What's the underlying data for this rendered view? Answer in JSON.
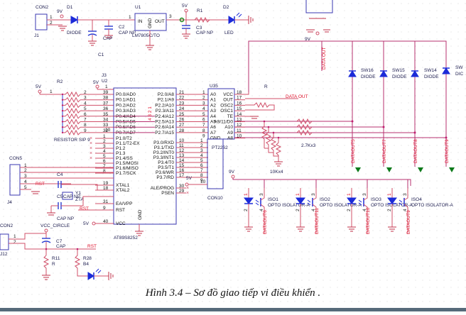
{
  "caption": "Hình 3.4 – Sơ đồ giao tiếp vi điều khiển .",
  "power": {
    "j1_name": "CON2",
    "j1_ref": "J1",
    "supply_9v": "9V",
    "supply_5v": "5V",
    "d1_ref": "D1",
    "d1_value": "DIODE",
    "c1_ref": "C1",
    "c1_value": "CAP",
    "c2_ref": "C2",
    "c2_value": "CAP NP",
    "u1_ref": "U1",
    "u1_value": "LM7805C/TO",
    "u1_in": "IN",
    "u1_out": "OUT",
    "u1_gnd": "GND",
    "u1_pin1": "1",
    "u1_pin3": "3",
    "c3_ref": "C3",
    "c3_value": "CAP NP",
    "r1_ref": "R1",
    "d2_ref": "D2",
    "d2_value": "LED"
  },
  "r2": {
    "ref": "R2",
    "value": "RESISTOR SIP 9",
    "common_pin": "1",
    "pins": [
      "2",
      "3",
      "4",
      "5",
      "6",
      "7",
      "8",
      "9"
    ]
  },
  "mcu": {
    "ref_top": "J3",
    "ref": "U2",
    "value": "AT89S8252",
    "gnd_label": "GND",
    "left_pins": [
      {
        "num": "39",
        "name": "P0.0/AD0"
      },
      {
        "num": "38",
        "name": "P0.1/AD1"
      },
      {
        "num": "37",
        "name": "P0.2/AD2"
      },
      {
        "num": "36",
        "name": "P0.3/AD3"
      },
      {
        "num": "35",
        "name": "P0.4/AD4"
      },
      {
        "num": "34",
        "name": "P0.5/AD5"
      },
      {
        "num": "33",
        "name": "P0.6/AD6"
      },
      {
        "num": "32",
        "name": "P0.7/AD7"
      },
      {
        "num": "1",
        "name": "P1.0/T2"
      },
      {
        "num": "2",
        "name": "P1.1/T2-EX"
      },
      {
        "num": "3",
        "name": "P1.2"
      },
      {
        "num": "4",
        "name": "P1.3"
      },
      {
        "num": "5",
        "name": "P1.4/SS"
      },
      {
        "num": "6",
        "name": "P1.5/MOSI"
      },
      {
        "num": "7",
        "name": "P1.6/MISO"
      },
      {
        "num": "8",
        "name": "P1.7/SCK"
      },
      {
        "num": "19",
        "name": "XTAL1"
      },
      {
        "num": "18",
        "name": "XTAL2"
      },
      {
        "num": "31",
        "name": "EA/VPP"
      },
      {
        "num": "9",
        "name": "RST"
      },
      {
        "num": "40",
        "name": "VCC"
      }
    ],
    "right_pins": [
      {
        "num": "21",
        "name": "P2.0/A8"
      },
      {
        "num": "22",
        "name": "P2.1/A9"
      },
      {
        "num": "23",
        "name": "P2.2/A10"
      },
      {
        "num": "24",
        "name": "P2.3/A11"
      },
      {
        "num": "25",
        "name": "P2.4/A12"
      },
      {
        "num": "26",
        "name": "P2.5/A13"
      },
      {
        "num": "27",
        "name": "P2.6/A14"
      },
      {
        "num": "28",
        "name": "P2.7/A15"
      },
      {
        "num": "10",
        "name": "P3.0/RXD"
      },
      {
        "num": "11",
        "name": "P3.1/TXD"
      },
      {
        "num": "12",
        "name": "P3.2/INT0"
      },
      {
        "num": "13",
        "name": "P3.3/INT1"
      },
      {
        "num": "14",
        "name": "P3.4/T0"
      },
      {
        "num": "15",
        "name": "P3.5/T1"
      },
      {
        "num": "16",
        "name": "P3.6/WR"
      },
      {
        "num": "17",
        "name": "P3.7/RD"
      },
      {
        "num": "30",
        "name": "ALE/PROG"
      },
      {
        "num": "29",
        "name": "PSEN"
      }
    ],
    "bus_label": "4 3 2 1",
    "pin1_num": "1",
    "pin10_num": "10",
    "vcc_supply": "5V"
  },
  "pt2262": {
    "ref": "U35",
    "value": "PT2262",
    "left_pins": [
      {
        "num": "1",
        "name": "A0"
      },
      {
        "num": "2",
        "name": "A1"
      },
      {
        "num": "3",
        "name": "A2"
      },
      {
        "num": "4",
        "name": "A3"
      },
      {
        "num": "5",
        "name": "A4"
      },
      {
        "num": "6",
        "name": "A5"
      },
      {
        "num": "7",
        "name": "A6"
      },
      {
        "num": "8",
        "name": "A7"
      },
      {
        "num": "9",
        "name": "GND"
      }
    ],
    "right_pins": [
      {
        "num": "18",
        "name": "VCC"
      },
      {
        "num": "17",
        "name": "OUT"
      },
      {
        "num": "16",
        "name": "OSC2"
      },
      {
        "num": "15",
        "name": "OSC1"
      },
      {
        "num": "14",
        "name": "TE"
      },
      {
        "num": "13",
        "name": "A9/11/D0"
      },
      {
        "num": "12",
        "name": "A10"
      },
      {
        "num": "11",
        "name": "A9"
      },
      {
        "num": "10",
        "name": "A8"
      }
    ],
    "r_label": "R",
    "data_out": "DATA OUT",
    "pulldown_value": "10Kx4",
    "series_value": "2.7Kx3"
  },
  "con10": {
    "ref": "CON10",
    "pins": [
      "1",
      "2",
      "3",
      "4",
      "5",
      "6",
      "7",
      "8",
      "9",
      "10"
    ],
    "pin_supply": "5V"
  },
  "con5": {
    "name": "CON5",
    "ref": "J4",
    "pins": [
      "1",
      "2",
      "3",
      "4",
      "5"
    ],
    "rst_net": "RST"
  },
  "crystal": {
    "c4_ref": "C4",
    "c5_ref": "C5",
    "cap_value": "CAP NP",
    "y1_ref": "Y1",
    "y1_value": "ZTA",
    "rst_net": "RST"
  },
  "reset": {
    "j12_name": "CON2",
    "j12_ref": "J12",
    "vcc_label": "VCC_CIRCLE",
    "pins": [
      "1",
      "2"
    ],
    "c7_ref": "C7",
    "c7_value": "CAP",
    "r11_ref": "R11",
    "r11_value": "R",
    "r28_ref": "R28",
    "r28_value": "B4",
    "rst_net": "RST"
  },
  "switches": {
    "supply": "9V",
    "data_out": "DATA OUT",
    "diodes": [
      {
        "ref": "SW16",
        "value": "DIODE"
      },
      {
        "ref": "SW15",
        "value": "DIODE"
      },
      {
        "ref": "SW14",
        "value": "DIODE"
      },
      {
        "ref": "SW",
        "value": "DIC"
      }
    ],
    "outputs": [
      "DATAOUT5",
      "DATAOUT7",
      "DATAOUT8",
      "DATAOUT9"
    ]
  },
  "opto": {
    "supply": "9V",
    "isolators": [
      {
        "ref": "ISO1",
        "value": "OPTO ISOLATOR-A",
        "out": "DATAOUT6"
      },
      {
        "ref": "ISO2",
        "value": "OPTO ISOLATOR-A",
        "out": "DATAOUT11"
      },
      {
        "ref": "ISO3",
        "value": "OPTO ISOLATOR-A",
        "out": "DATAOUT10"
      },
      {
        "ref": "ISO4",
        "value": "OPTO ISOLATOR-A",
        "out": "DATAOUT9"
      }
    ],
    "pin1": "1",
    "pin2": "2",
    "pin3": "3",
    "pin4": "4"
  }
}
